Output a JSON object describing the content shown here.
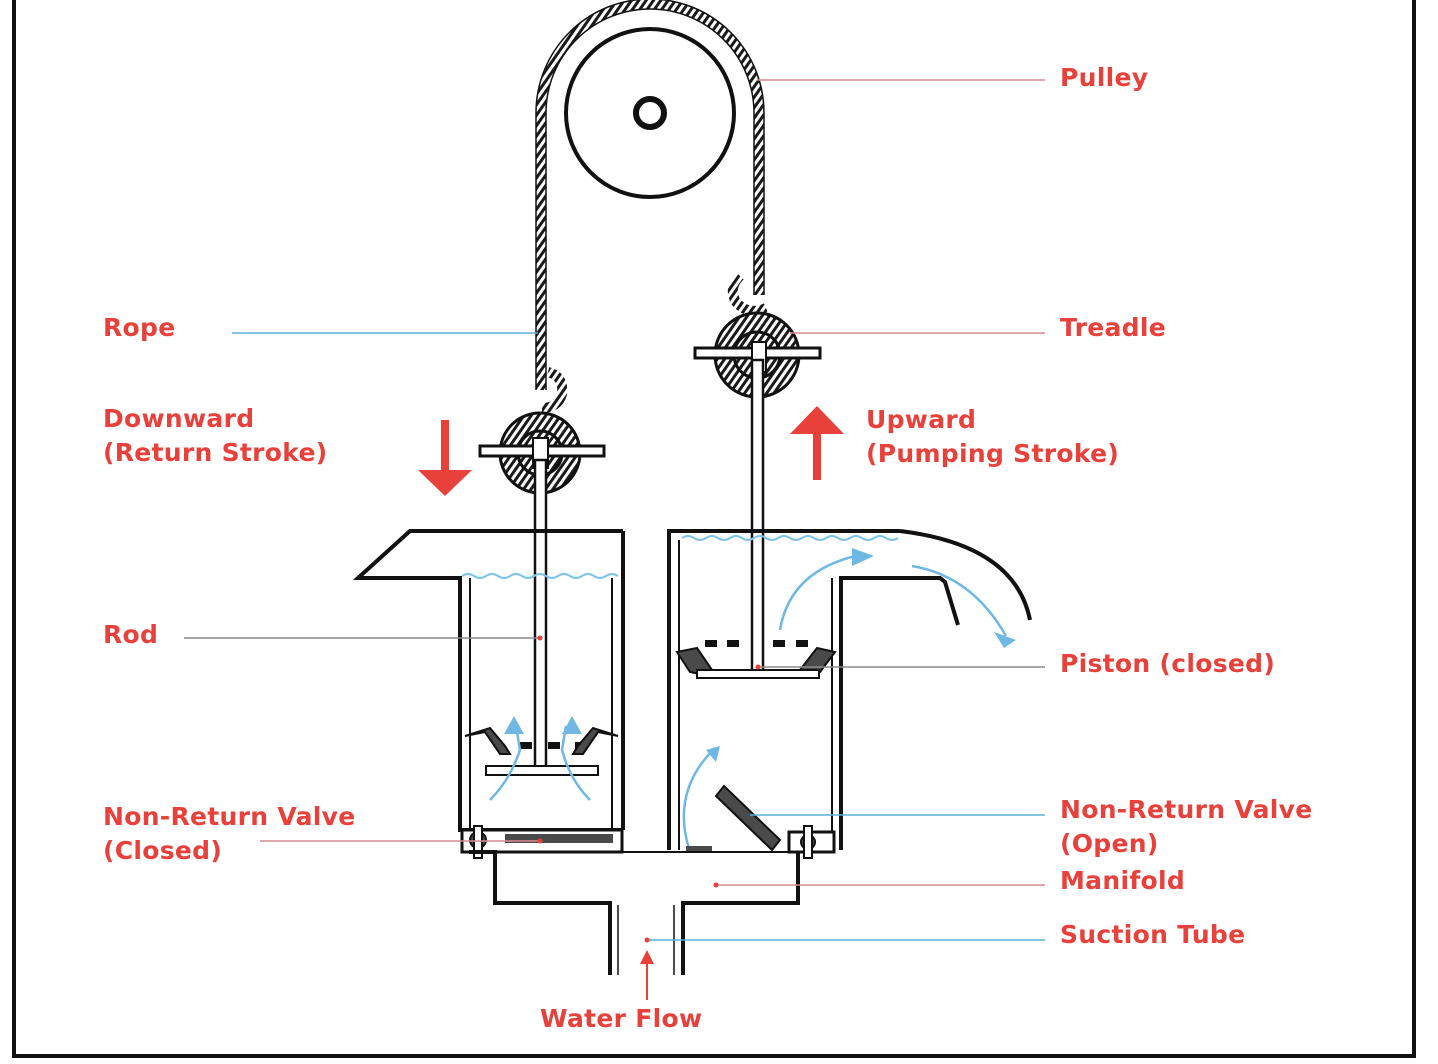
{
  "colors": {
    "label": "#e8413c",
    "arrow": "#e8413c",
    "leader": "#d98a92",
    "leader_blue": "#5ab0d8",
    "flow": "#6fb8e6",
    "water": "#7ec3ea",
    "ink": "#1a1a1a"
  },
  "labels": {
    "pulley": "Pulley",
    "rope": "Rope",
    "treadle": "Treadle",
    "downward_line1": "Downward",
    "downward_line2": "(Return Stroke)",
    "upward_line1": "Upward",
    "upward_line2": "(Pumping Stroke)",
    "rod": "Rod",
    "piston": "Piston (closed)",
    "nrv_closed_line1": "Non-Return Valve",
    "nrv_closed_line2": "(Closed)",
    "nrv_open_line1": "Non-Return Valve",
    "nrv_open_line2": "(Open)",
    "manifold": "Manifold",
    "suction_tube": "Suction Tube",
    "water_flow": "Water Flow"
  }
}
